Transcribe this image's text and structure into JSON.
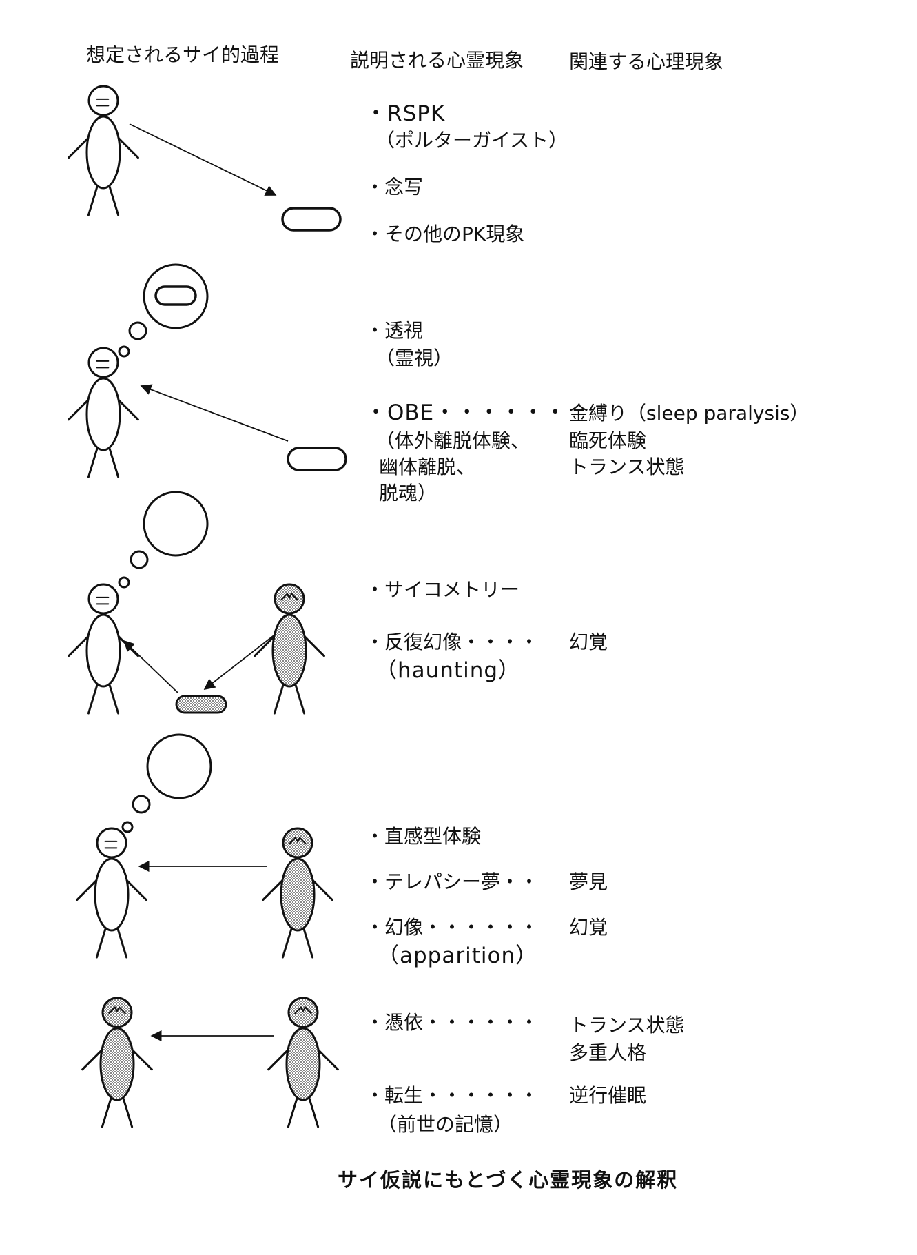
{
  "headers": {
    "process": "想定されるサイ的過程",
    "explained": "説明される心霊現象",
    "related": "関連する心理現象"
  },
  "rows": [
    {
      "phenomena": [
        "・RSPK",
        "（ポルターガイスト）",
        "・念写",
        "・その他のPK現象"
      ],
      "related": []
    },
    {
      "phenomena": [
        "・透視",
        "（霊視）",
        "・OBE・・・・・・",
        "（体外離脱体験、",
        "幽体離脱、",
        "脱魂）"
      ],
      "related": [
        "金縛り（sleep paralysis）",
        "臨死体験",
        "トランス状態"
      ]
    },
    {
      "phenomena": [
        "・サイコメトリー",
        "・反復幻像・・・・",
        "（haunting）"
      ],
      "related": [
        "幻覚"
      ]
    },
    {
      "phenomena": [
        "・直感型体験",
        "・テレパシー夢・・",
        "・幻像・・・・・・",
        "（apparition）"
      ],
      "related": [
        "夢見",
        "幻覚"
      ]
    },
    {
      "phenomena": [
        "・憑依・・・・・・",
        "・転生・・・・・・",
        "（前世の記憶）"
      ],
      "related": [
        "トランス状態",
        "多重人格",
        "逆行催眠"
      ]
    }
  ],
  "caption": "サイ仮説にもとづく心霊現象の解釈",
  "colors": {
    "ink": "#111111",
    "shade": "#9a9a9a"
  }
}
